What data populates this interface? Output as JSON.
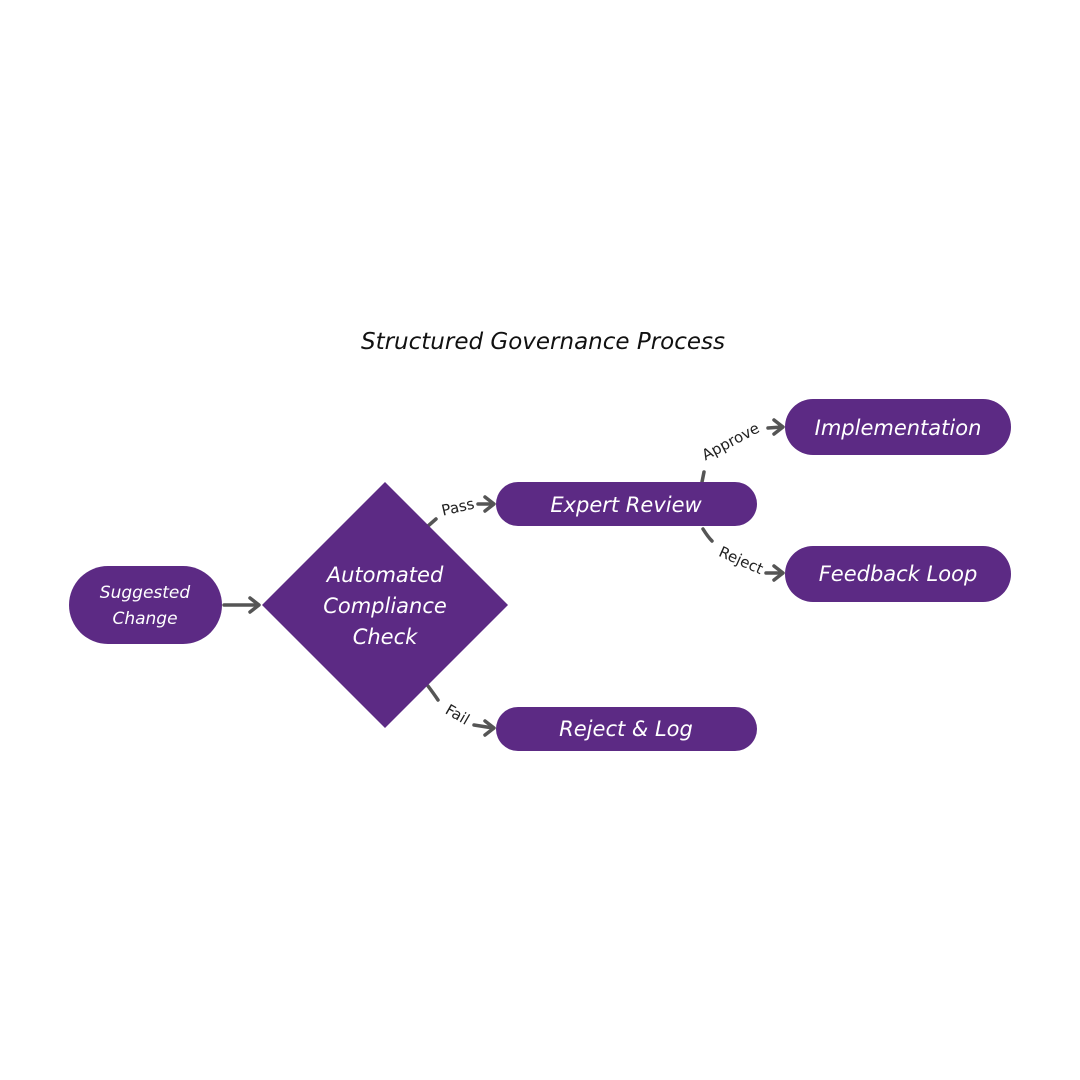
{
  "title": "Structured Governance Process",
  "colors": {
    "node_fill": "#5c2a84",
    "node_text": "#ffffff",
    "edge": "#555555",
    "title_text": "#111111"
  },
  "nodes": {
    "suggested_change": {
      "lines": [
        "Suggested",
        "Change"
      ],
      "shape": "rounded-rect"
    },
    "compliance_check": {
      "lines": [
        "Automated",
        "Compliance",
        "Check"
      ],
      "shape": "diamond"
    },
    "expert_review": {
      "lines": [
        "Expert Review"
      ],
      "shape": "rounded-rect"
    },
    "reject_log": {
      "lines": [
        "Reject & Log"
      ],
      "shape": "rounded-rect"
    },
    "implementation": {
      "lines": [
        "Implementation"
      ],
      "shape": "rounded-rect"
    },
    "feedback_loop": {
      "lines": [
        "Feedback Loop"
      ],
      "shape": "rounded-rect"
    }
  },
  "edges": {
    "change_to_check": {
      "from": "Suggested Change",
      "to": "Automated Compliance Check",
      "label": ""
    },
    "pass": {
      "from": "Automated Compliance Check",
      "to": "Expert Review",
      "label": "Pass"
    },
    "fail": {
      "from": "Automated Compliance Check",
      "to": "Reject & Log",
      "label": "Fail"
    },
    "approve": {
      "from": "Expert Review",
      "to": "Implementation",
      "label": "Approve"
    },
    "reject": {
      "from": "Expert Review",
      "to": "Feedback Loop",
      "label": "Reject"
    }
  }
}
